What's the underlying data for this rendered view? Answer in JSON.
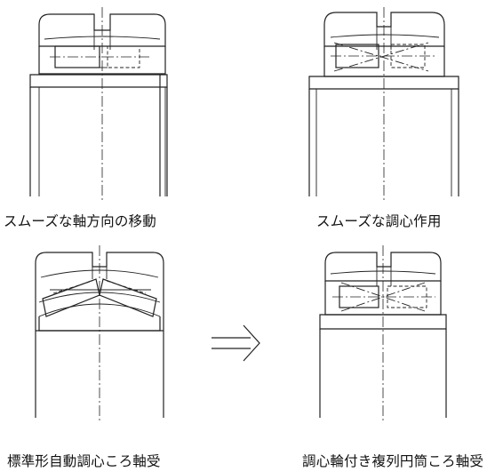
{
  "panels": {
    "top_left": {
      "caption": "スムーズな軸方向の移動"
    },
    "top_right": {
      "caption": "スムーズな調心作用"
    },
    "bottom_left": {
      "caption": "標準形自動調心ころ軸受"
    },
    "bottom_right": {
      "caption": "調心輪付き複列円筒ころ軸受"
    }
  },
  "arrow": {
    "icon": "implies-arrow-icon"
  }
}
